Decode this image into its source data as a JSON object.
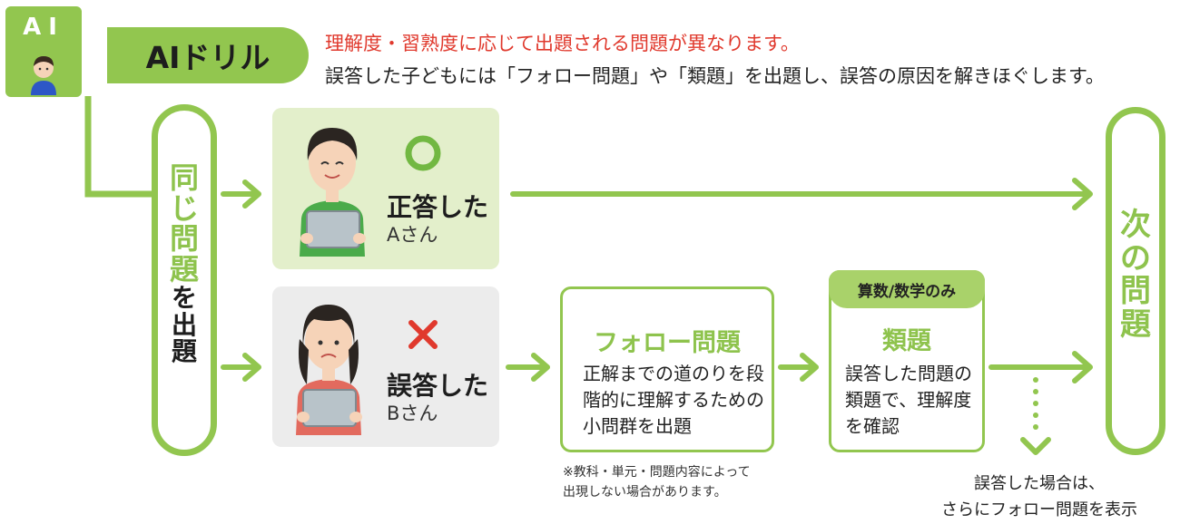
{
  "header": {
    "ai_badge": "AI",
    "drill_label": "AIドリル",
    "intro_red": "理解度・習熟度に応じて出題される問題が異なります。",
    "intro_black": "誤答した子どもには「フォロー問題」や「類題」を出題し、誤答の原因を解きほぐします。"
  },
  "flow": {
    "same_problem": [
      "同",
      "じ",
      "問",
      "題",
      "を",
      "出",
      "題"
    ],
    "next_problem": [
      "次",
      "の",
      "問",
      "題"
    ],
    "correct": {
      "main": "正答した",
      "sub": "Aさん"
    },
    "wrong": {
      "main": "誤答した",
      "sub": "Bさん"
    },
    "follow": {
      "title": "フォロー問題",
      "desc": [
        "正解までの道のりを段",
        "階的に理解するための",
        "小問群を出題"
      ]
    },
    "similar": {
      "tag": "算数/数学のみ",
      "title": "類題",
      "desc": [
        "誤答した問題の",
        "類題で、理解度",
        "を確認"
      ]
    },
    "note_small": [
      "※教科・単元・問題内容によって",
      "出現しない場合があります。"
    ],
    "note_wrong": [
      "誤答した場合は、",
      "さらにフォロー問題を表示"
    ]
  },
  "colors": {
    "green": "#92c64f",
    "light_green": "#e3efcb",
    "gray": "#ececec",
    "red": "#e0392d"
  }
}
